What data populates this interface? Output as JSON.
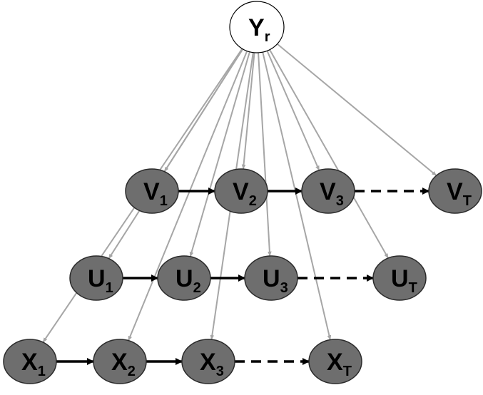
{
  "colors": {
    "root_fill": "#ffffff",
    "node_fill": "#6e6e6e",
    "node_stroke": "#2b2b2b",
    "gray_edge": "#a6a6a6",
    "black_edge": "#000000"
  },
  "root": {
    "id": "Y",
    "main": "Y",
    "sub": "r"
  },
  "nodes": [
    {
      "id": "V1",
      "main": "V",
      "sub": "1"
    },
    {
      "id": "V2",
      "main": "V",
      "sub": "2"
    },
    {
      "id": "V3",
      "main": "V",
      "sub": "3"
    },
    {
      "id": "VT",
      "main": "V",
      "sub": "T"
    },
    {
      "id": "U1",
      "main": "U",
      "sub": "1"
    },
    {
      "id": "U2",
      "main": "U",
      "sub": "2"
    },
    {
      "id": "U3",
      "main": "U",
      "sub": "3"
    },
    {
      "id": "UT",
      "main": "U",
      "sub": "T"
    },
    {
      "id": "X1",
      "main": "X",
      "sub": "1"
    },
    {
      "id": "X2",
      "main": "X",
      "sub": "2"
    },
    {
      "id": "X3",
      "main": "X",
      "sub": "3"
    },
    {
      "id": "XT",
      "main": "X",
      "sub": "T"
    }
  ],
  "gray_edges": [
    [
      "Y",
      "V1"
    ],
    [
      "Y",
      "V2"
    ],
    [
      "Y",
      "V3"
    ],
    [
      "Y",
      "VT"
    ],
    [
      "Y",
      "U1"
    ],
    [
      "Y",
      "U2"
    ],
    [
      "Y",
      "U3"
    ],
    [
      "Y",
      "UT"
    ],
    [
      "Y",
      "X1"
    ],
    [
      "Y",
      "X2"
    ],
    [
      "Y",
      "X3"
    ],
    [
      "Y",
      "XT"
    ]
  ],
  "black_edges": [
    {
      "from": "V1",
      "to": "V2",
      "dashed": false
    },
    {
      "from": "V2",
      "to": "V3",
      "dashed": false
    },
    {
      "from": "V3",
      "to": "VT",
      "dashed": true
    },
    {
      "from": "U1",
      "to": "U2",
      "dashed": false
    },
    {
      "from": "U2",
      "to": "U3",
      "dashed": false
    },
    {
      "from": "U3",
      "to": "UT",
      "dashed": true
    },
    {
      "from": "X1",
      "to": "X2",
      "dashed": false
    },
    {
      "from": "X2",
      "to": "X3",
      "dashed": false
    },
    {
      "from": "X3",
      "to": "XT",
      "dashed": true
    }
  ]
}
